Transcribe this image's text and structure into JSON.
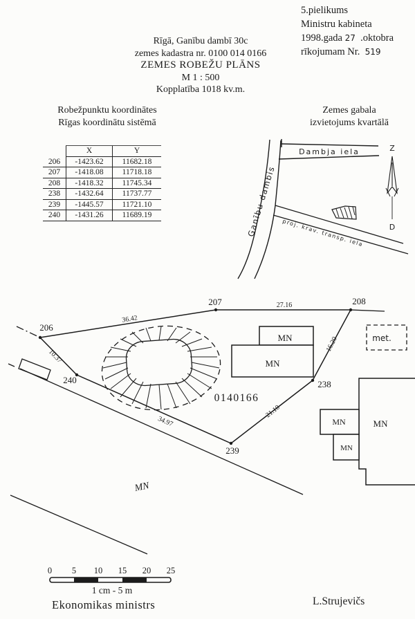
{
  "annex": {
    "line1": "5.pielikums",
    "line2": "Ministru kabineta",
    "line3_prefix": "1998.gada",
    "line3_value": "27",
    "line3_suffix": ".oktobra",
    "line4_prefix": "rīkojumam Nr.",
    "line4_value": "519"
  },
  "title": {
    "address": "Rīgā, Ganību dambī 30c",
    "cadastre": "zemes kadastra nr. 0100 014 0166",
    "plan_title": "ZEMES ROBEŽU PLĀNS",
    "scale": "M 1 : 500",
    "area": "Kopplatība 1018 kv.m."
  },
  "coordinates": {
    "heading1": "Robežpunktu koordinātes",
    "heading2": "Rīgas  koordinātu sistēmā",
    "col_x": "X",
    "col_y": "Y",
    "rows": [
      {
        "pt": "206",
        "x": "-1423.62",
        "y": "11682.18"
      },
      {
        "pt": "207",
        "x": "-1418.08",
        "y": "11718.18"
      },
      {
        "pt": "208",
        "x": "-1418.32",
        "y": "11745.34"
      },
      {
        "pt": "238",
        "x": "-1432.64",
        "y": "11737.77"
      },
      {
        "pt": "239",
        "x": "-1445.57",
        "y": "11721.10"
      },
      {
        "pt": "240",
        "x": "-1431.26",
        "y": "11689.19"
      }
    ]
  },
  "location_map": {
    "heading1": "Zemes gabala",
    "heading2": "izvietojums kvartālā",
    "street_top": "Dambja iela",
    "street_left": "Ganību dambis",
    "street_diag": "proj. krav. transp. iela",
    "north_label": "Z",
    "south_label": "D"
  },
  "plan": {
    "parcel_number": "0140166",
    "point_labels": [
      "206",
      "207",
      "208",
      "238",
      "239",
      "240"
    ],
    "distance_labels": [
      "36.42",
      "27.16",
      "16.20",
      "21.10",
      "34.97",
      "10.37"
    ],
    "building_label": "MN",
    "met_label": "met.",
    "ground_label": "MN"
  },
  "scale_bar": {
    "ticks": [
      "0",
      "5",
      "10",
      "15",
      "20",
      "25"
    ],
    "caption": "1 cm - 5 m"
  },
  "footer": {
    "left": "Ekonomikas ministrs",
    "right": "L.Strujevičs"
  }
}
